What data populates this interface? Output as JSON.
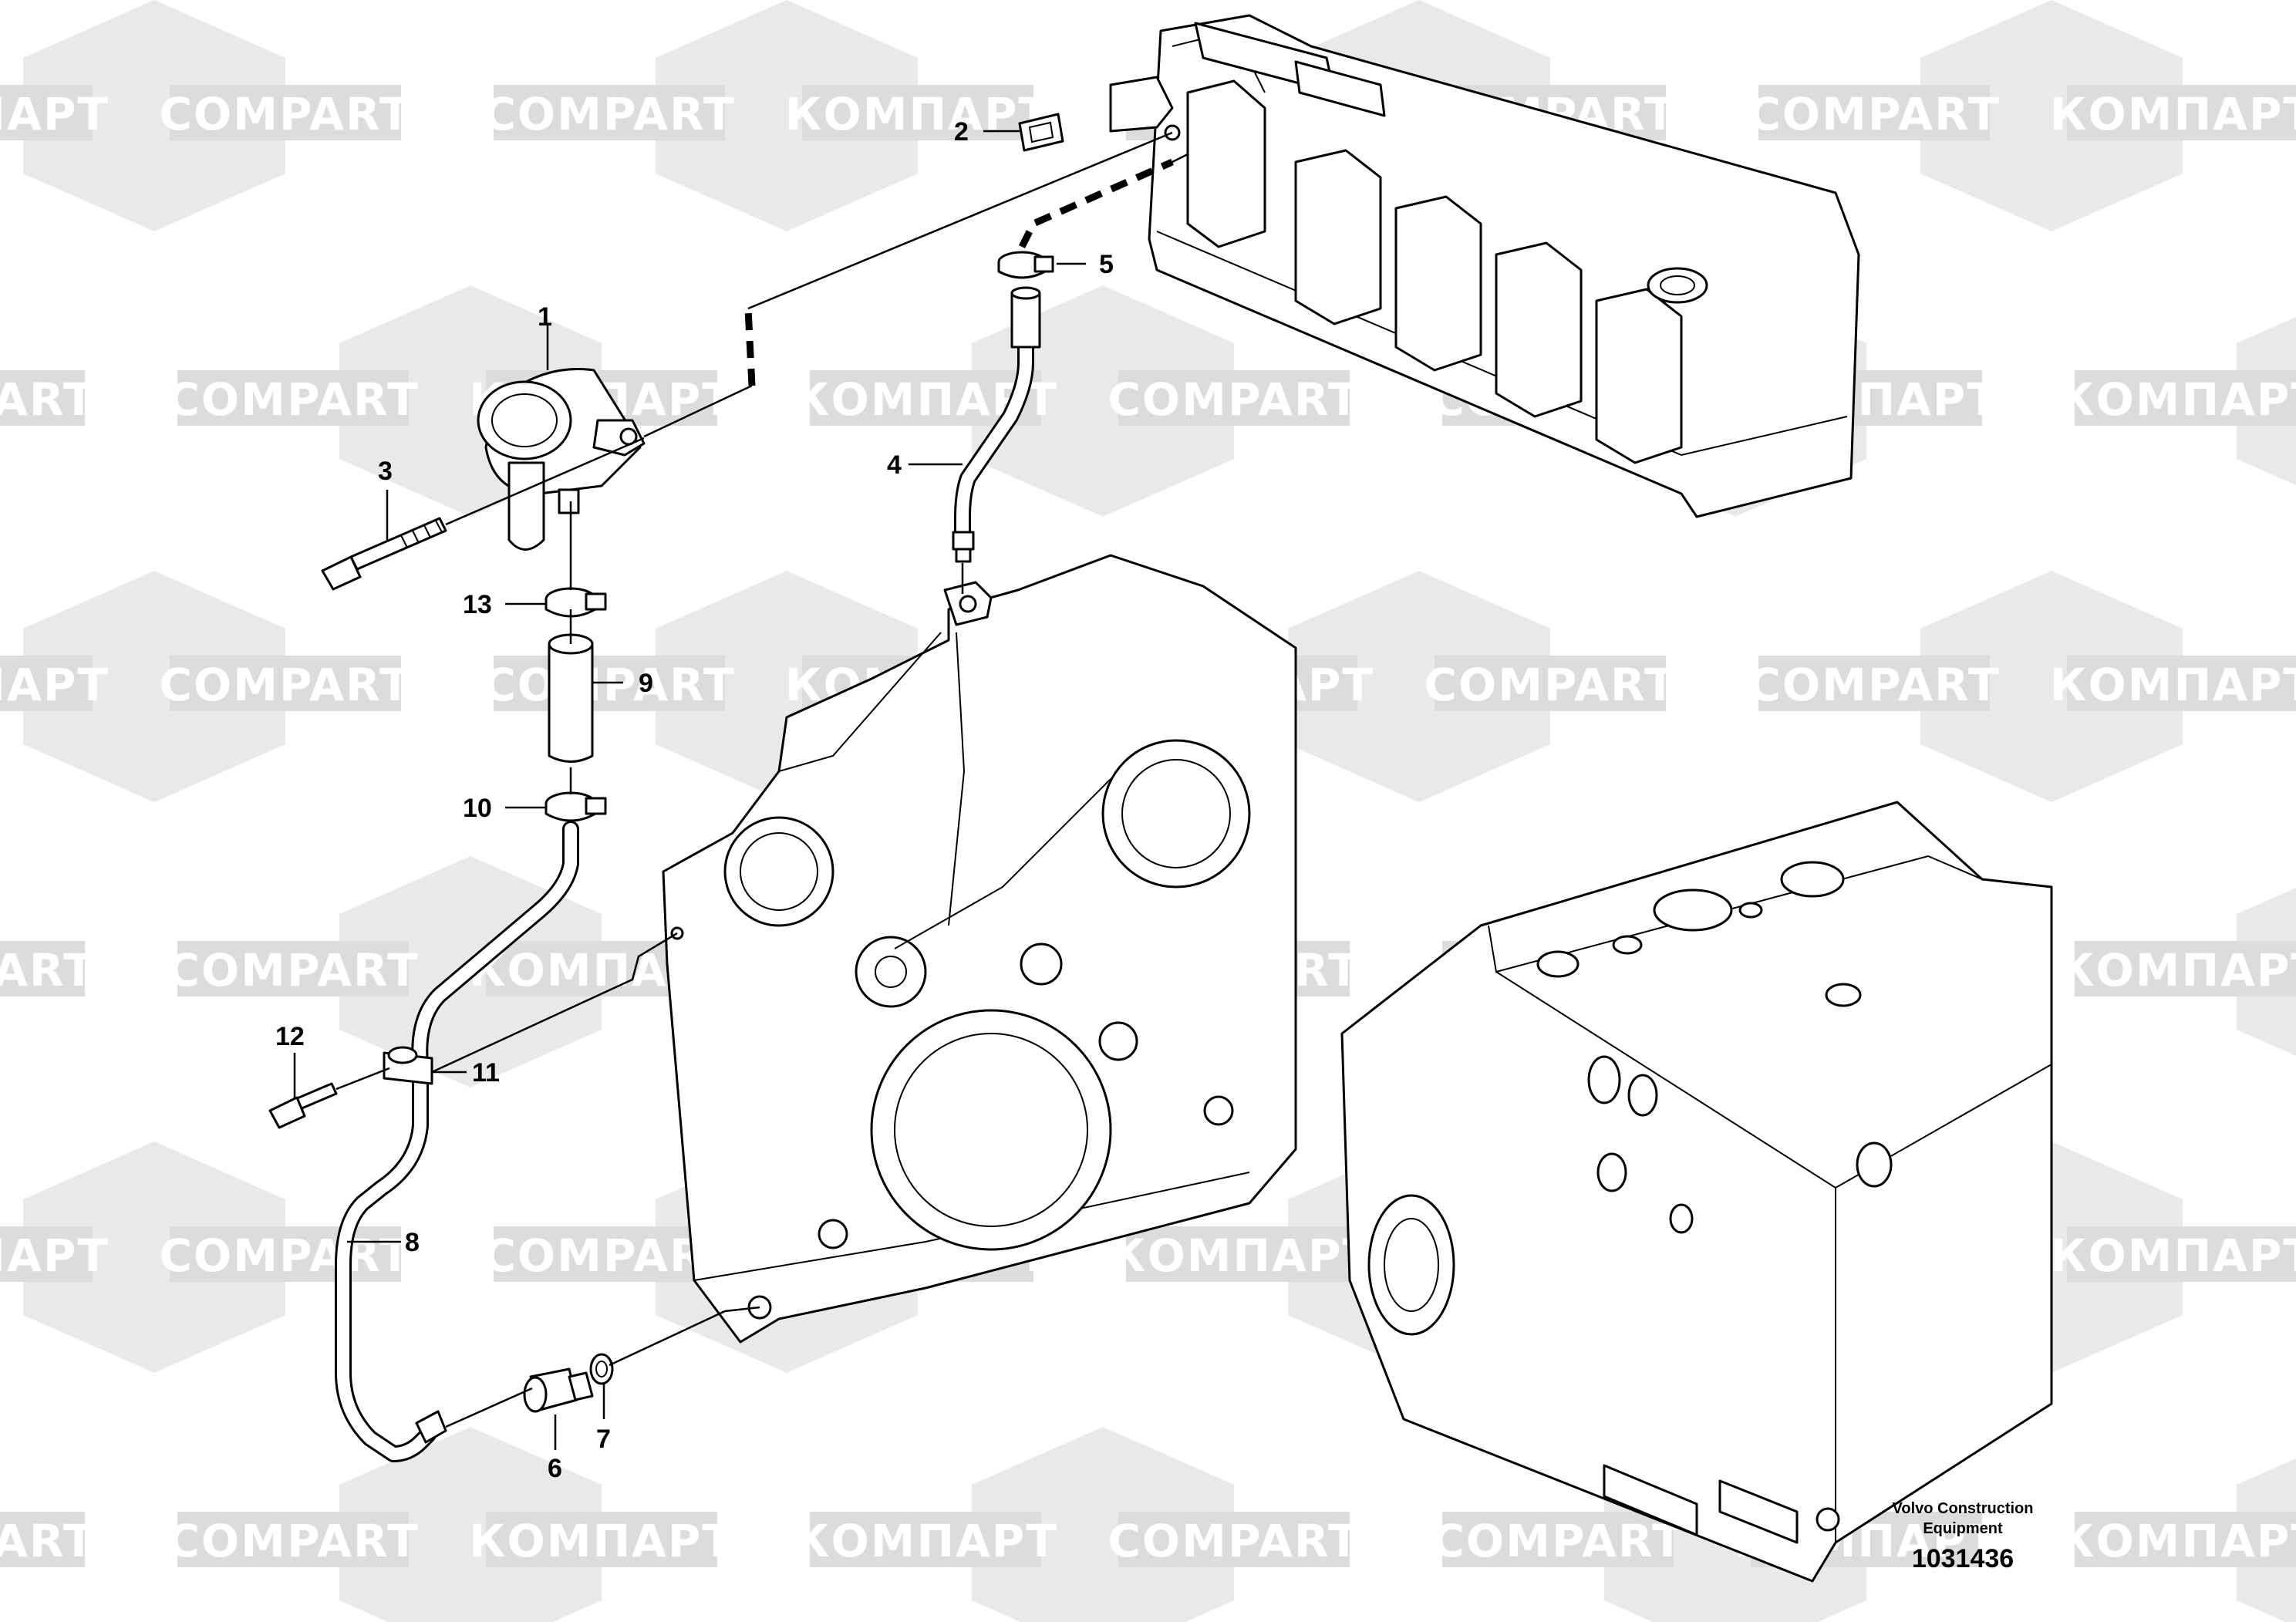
{
  "callouts": {
    "c1": "1",
    "c2": "2",
    "c3": "3",
    "c4": "4",
    "c5": "5",
    "c6": "6",
    "c7": "7",
    "c8": "8",
    "c9": "9",
    "c10": "10",
    "c11": "11",
    "c12": "12",
    "c13": "13"
  },
  "watermark": {
    "latin": "COMPART",
    "cyrillic": "КОМПАРТ"
  },
  "brand": {
    "line1": "Volvo Construction",
    "line2": "Equipment"
  },
  "drawing_number": "1031436"
}
